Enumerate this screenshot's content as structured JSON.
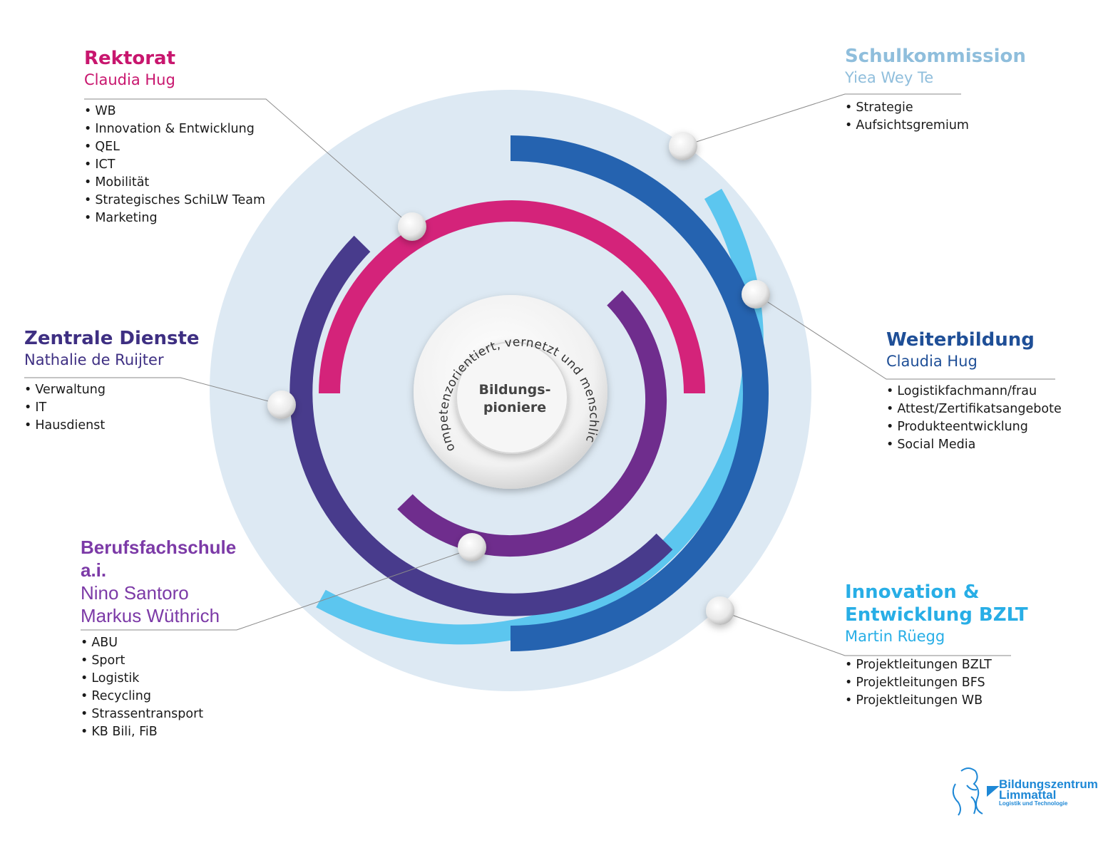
{
  "center": {
    "label_line1": "Bildungs-",
    "label_line2": "pioniere",
    "arc_text": "kompetenzorientiert, vernetzt und menschlich"
  },
  "colors": {
    "rektorat": "#c8166e",
    "schulkommission": "#8fbedc",
    "zentrale": "#3e2f82",
    "weiterbildung": "#1f4f97",
    "bfs": "#7c3aa7",
    "innovation": "#28aee6",
    "ring_pink": "#d4237a",
    "ring_darkblue": "#2563b0",
    "ring_lightblue": "#5cc6ef",
    "ring_indigo": "#483b8c",
    "ring_purple": "#6f2d8d",
    "bg_circle": "#dde9f3"
  },
  "units": [
    {
      "id": "rektorat",
      "title": "Rektorat",
      "person": "Claudia Hug",
      "items": [
        "WB",
        "Innovation & Entwicklung",
        "QEL",
        "ICT",
        "Mobilität",
        "Strategisches SchiLW Team",
        "Marketing"
      ]
    },
    {
      "id": "schulkommission",
      "title": "Schulkommission",
      "person": "Yiea Wey Te",
      "items": [
        "Strategie",
        "Aufsichtsgremium"
      ]
    },
    {
      "id": "zentrale",
      "title": "Zentrale Dienste",
      "person": "Nathalie de Ruijter",
      "items": [
        "Verwaltung",
        "IT",
        "Hausdienst"
      ]
    },
    {
      "id": "weiterbildung",
      "title": "Weiterbildung",
      "person": "Claudia Hug",
      "items": [
        "Logistikfachmann/frau",
        "Attest/Zertifikatsangebote",
        "Produkteentwicklung",
        "Social Media"
      ]
    },
    {
      "id": "bfs",
      "title_line1": "Berufsfachschule",
      "title_line2": "a.i.",
      "person_line1": "Nino Santoro",
      "person_line2": "Markus Wüthrich",
      "items": [
        "ABU",
        "Sport",
        "Logistik",
        "Recycling",
        "Strassentransport",
        "KB Bili, FiB"
      ]
    },
    {
      "id": "innovation",
      "title_line1": "Innovation &",
      "title_line2": "Entwicklung BZLT",
      "person": "Martin Rüegg",
      "items": [
        "Projektleitungen BZLT",
        "Projektleitungen BFS",
        "Projektleitungen WB"
      ]
    }
  ],
  "logo": {
    "line1": "Bildungszentrum",
    "line2": "Limmattal",
    "line3": "Logistik und Technologie"
  }
}
